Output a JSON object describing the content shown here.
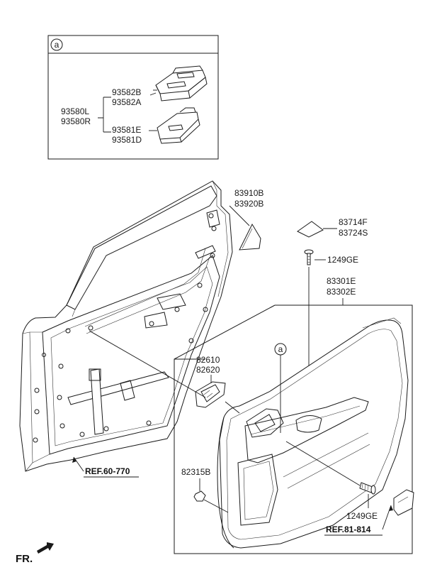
{
  "inset": {
    "callout": "a",
    "parent_labels": [
      "93580L",
      "93580R"
    ],
    "upper_labels": [
      "93582B",
      "93582A"
    ],
    "lower_labels": [
      "93581E",
      "93581D"
    ]
  },
  "parts": {
    "quarter_glass_trim": [
      "83910B",
      "83920B"
    ],
    "pad_trim": [
      "83714F",
      "83724S"
    ],
    "screw_top": "1249GE",
    "door_trim_panel": [
      "83301E",
      "83302E"
    ],
    "inside_handle": [
      "82610",
      "82620"
    ],
    "clip": "82315B",
    "screw_bottom": "1249GE",
    "panel_callout": "a"
  },
  "refs": {
    "door_ref": "REF.60-770",
    "trim_ref": "REF.81-814"
  },
  "direction": "FR."
}
